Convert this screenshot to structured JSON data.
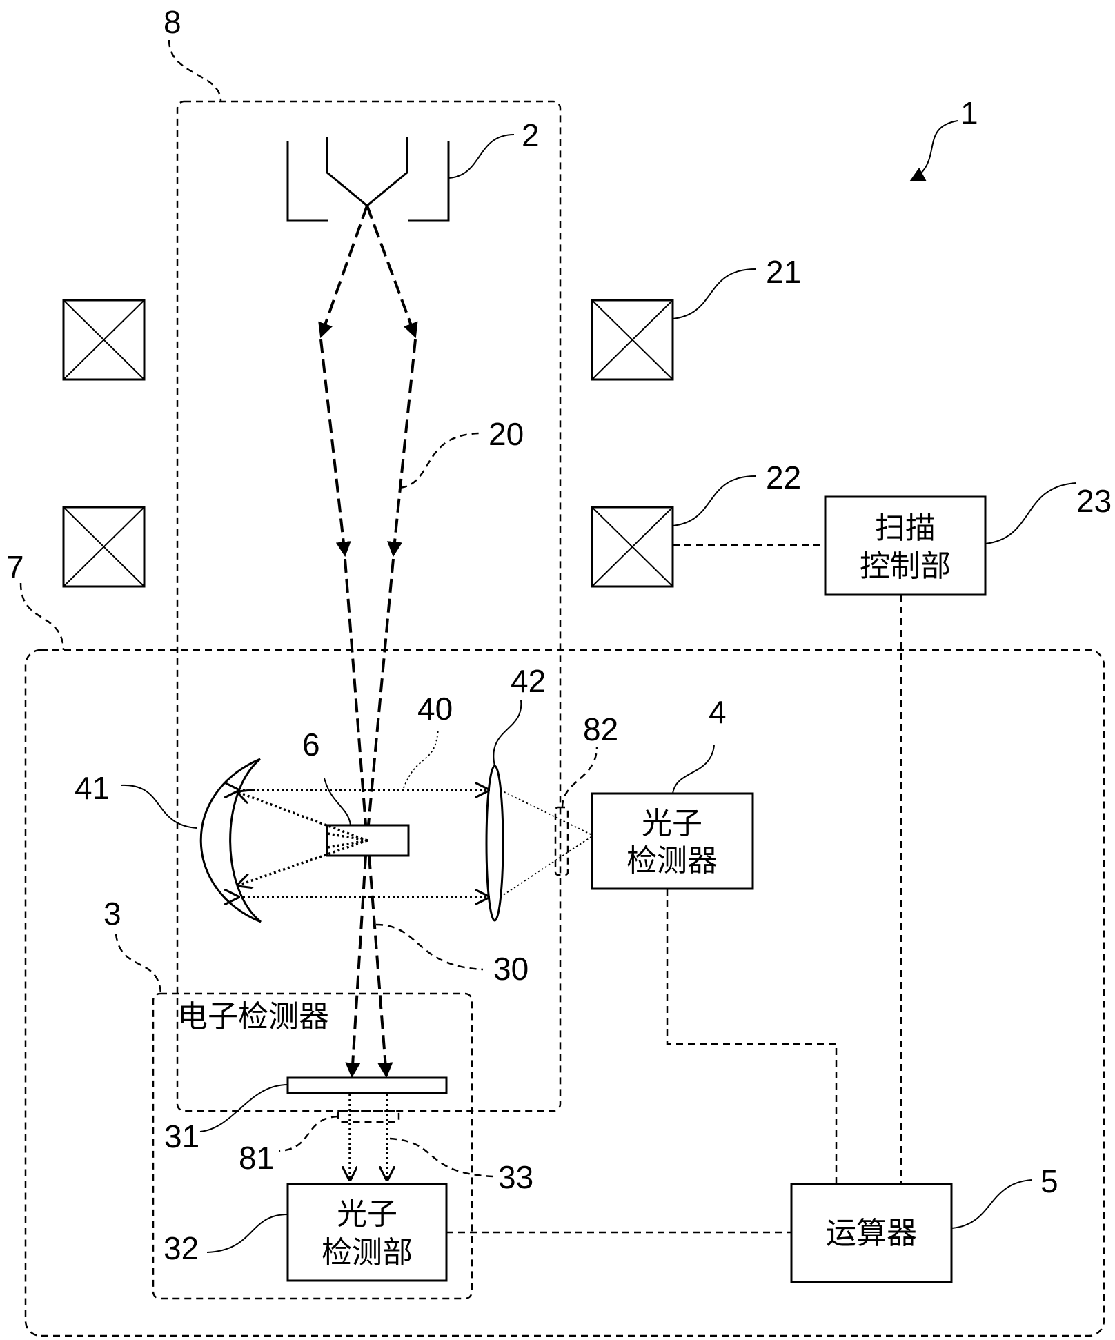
{
  "refs": {
    "r1": "1",
    "r2": "2",
    "r3": "3",
    "r4": "4",
    "r5": "5",
    "r6": "6",
    "r7": "7",
    "r8": "8",
    "r20": "20",
    "r21": "21",
    "r22": "22",
    "r23": "23",
    "r30": "30",
    "r31": "31",
    "r32": "32",
    "r33": "33",
    "r40": "40",
    "r41": "41",
    "r42": "42",
    "r81": "81",
    "r82": "82"
  },
  "boxes": {
    "scan_control": {
      "line1": "扫描",
      "line2": "控制部"
    },
    "photon_detector": {
      "line1": "光子",
      "line2": "检测器"
    },
    "electron_detector": {
      "label": "电子检测器"
    },
    "photon_detect_unit": {
      "line1": "光子",
      "line2": "检测部"
    },
    "calculator": {
      "label": "运算器"
    }
  }
}
